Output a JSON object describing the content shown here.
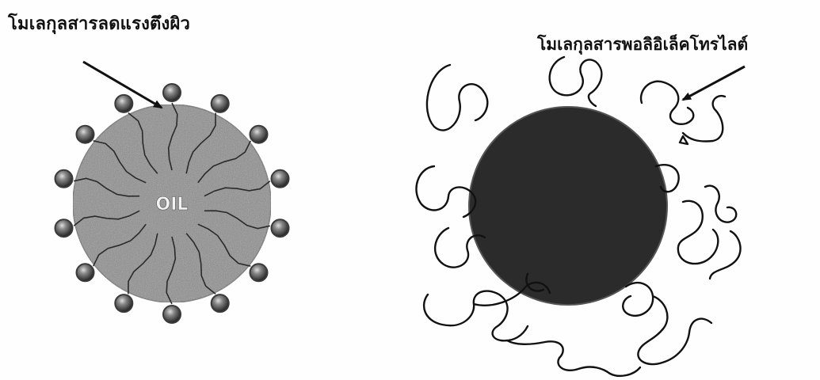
{
  "diagram": {
    "left_panel": {
      "label": "โมเลกุลสารลดแรงตึงผิว",
      "droplet_text": "OIL",
      "droplet_color": "#8a8a8a",
      "head_color": "#3a3a3a"
    },
    "right_panel": {
      "label": "โมเลกุลสารพอลิอิเล็คโทรไลต์",
      "droplet_color": "#2b2b2b",
      "chain_color": "#111111"
    }
  }
}
